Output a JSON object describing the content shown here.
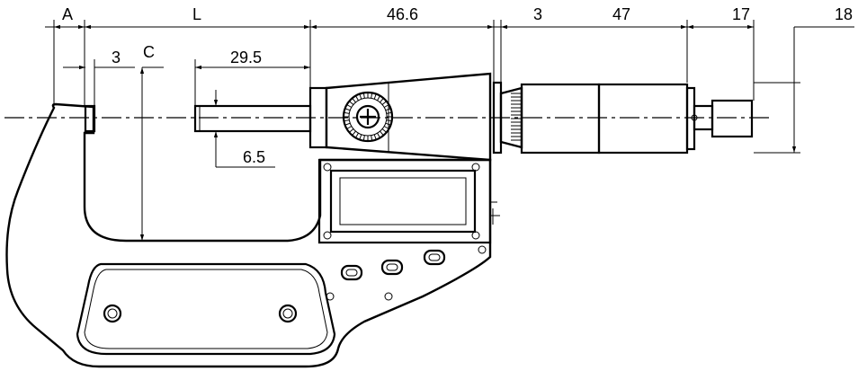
{
  "dimensions": {
    "a": "A",
    "l": "L",
    "dial_width": "46.6",
    "thimble_gap": "3",
    "thimble_length": "47",
    "ratchet_length": "17",
    "diameter": "18",
    "anvil_length": "3",
    "c": "C",
    "spindle_length": "29.5",
    "spindle_diameter": "6.5"
  }
}
